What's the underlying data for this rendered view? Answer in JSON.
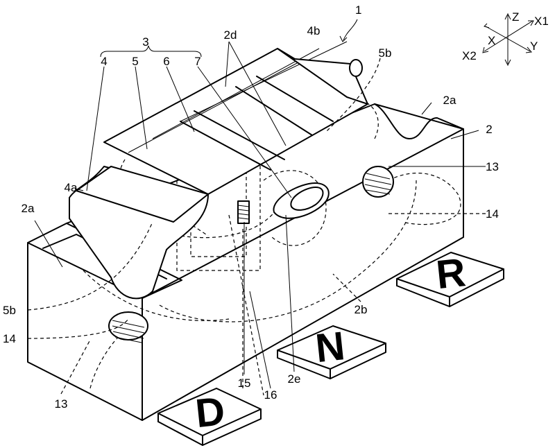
{
  "figure_number": "1",
  "axes": {
    "z": "Z",
    "x1": "X1",
    "x": "X",
    "x2": "X2",
    "y": "Y"
  },
  "labels": {
    "l3": "3",
    "l4": "4",
    "l5": "5",
    "l6": "6",
    "l7": "7",
    "l2d": "2d",
    "l4b": "4b",
    "l5b_top": "5b",
    "l2a_right": "2a",
    "l2": "2",
    "l4a": "4a",
    "l2a_left": "2a",
    "l13_right": "13",
    "l14_right": "14",
    "l5b_left": "5b",
    "l14_left": "14",
    "l13_left": "13",
    "l2b": "2b",
    "l15": "15",
    "l16": "16",
    "l2e": "2e"
  },
  "shift_positions": {
    "d": "D",
    "n": "N",
    "r": "R"
  }
}
